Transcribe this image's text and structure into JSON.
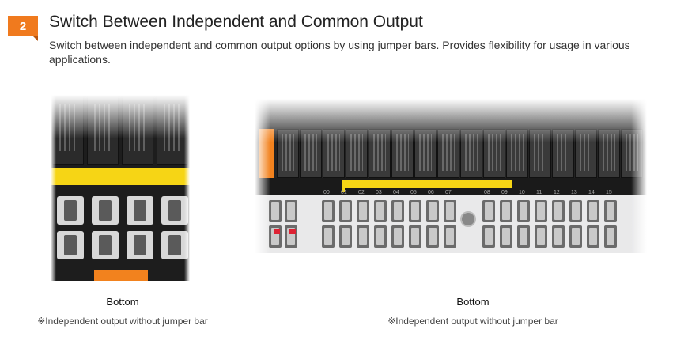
{
  "section": {
    "number": "2",
    "title": "Switch Between Independent and Common Output",
    "description": "Switch between independent and common output options by using jumper bars. Provides flexibility for usage in various applications."
  },
  "figures": [
    {
      "caption": "Bottom",
      "note": "※Independent output without jumper bar"
    },
    {
      "caption": "Bottom",
      "note": "※Independent output without jumper bar"
    }
  ],
  "channel_numbers": [
    "00",
    "01",
    "02",
    "03",
    "04",
    "05",
    "06",
    "07",
    "08",
    "09",
    "10",
    "11",
    "12",
    "13",
    "14",
    "15"
  ],
  "colors": {
    "accent": "#f07a1e",
    "jumper": "#f6d515"
  }
}
